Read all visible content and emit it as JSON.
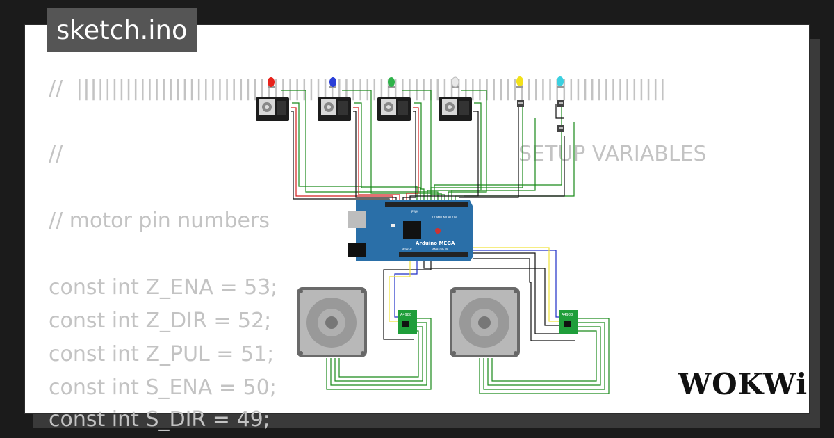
{
  "file_tab": {
    "name": "sketch.ino"
  },
  "code_lines": [
    "//  ||||||||||||||||||||||||||||||||||||||||||||||||||||||||||||||||||||||||||||||||||||",
    "//",
    "// motor pin numbers",
    "const int Z_ENA = 53;",
    "const int Z_DIR = 52;",
    "const int Z_PUL = 51;",
    "const int S_ENA = 50;",
    "const int S_DIR = 49;"
  ],
  "code_comment_right": "SETUP VARIABLES",
  "board": {
    "name": "Arduino MEGA",
    "comm_label": "COMMUNICATION",
    "power_label": "POWER",
    "analog_label": "ANALOG IN",
    "pwm_label": "PWM"
  },
  "drivers": [
    {
      "label": "A4988"
    },
    {
      "label": "A4988"
    }
  ],
  "led_colors": [
    "#e8231c",
    "#2a3fd8",
    "#2fb34a",
    "#e8e8e8",
    "#f2e11a",
    "#3ad0e0"
  ],
  "wire_colors": {
    "green": "#1a8a1a",
    "red": "#d11d1d",
    "black": "#111111",
    "blue": "#1f2fc7",
    "yellow": "#f0e23a"
  },
  "brand": {
    "logo_text": "WOKWi"
  }
}
